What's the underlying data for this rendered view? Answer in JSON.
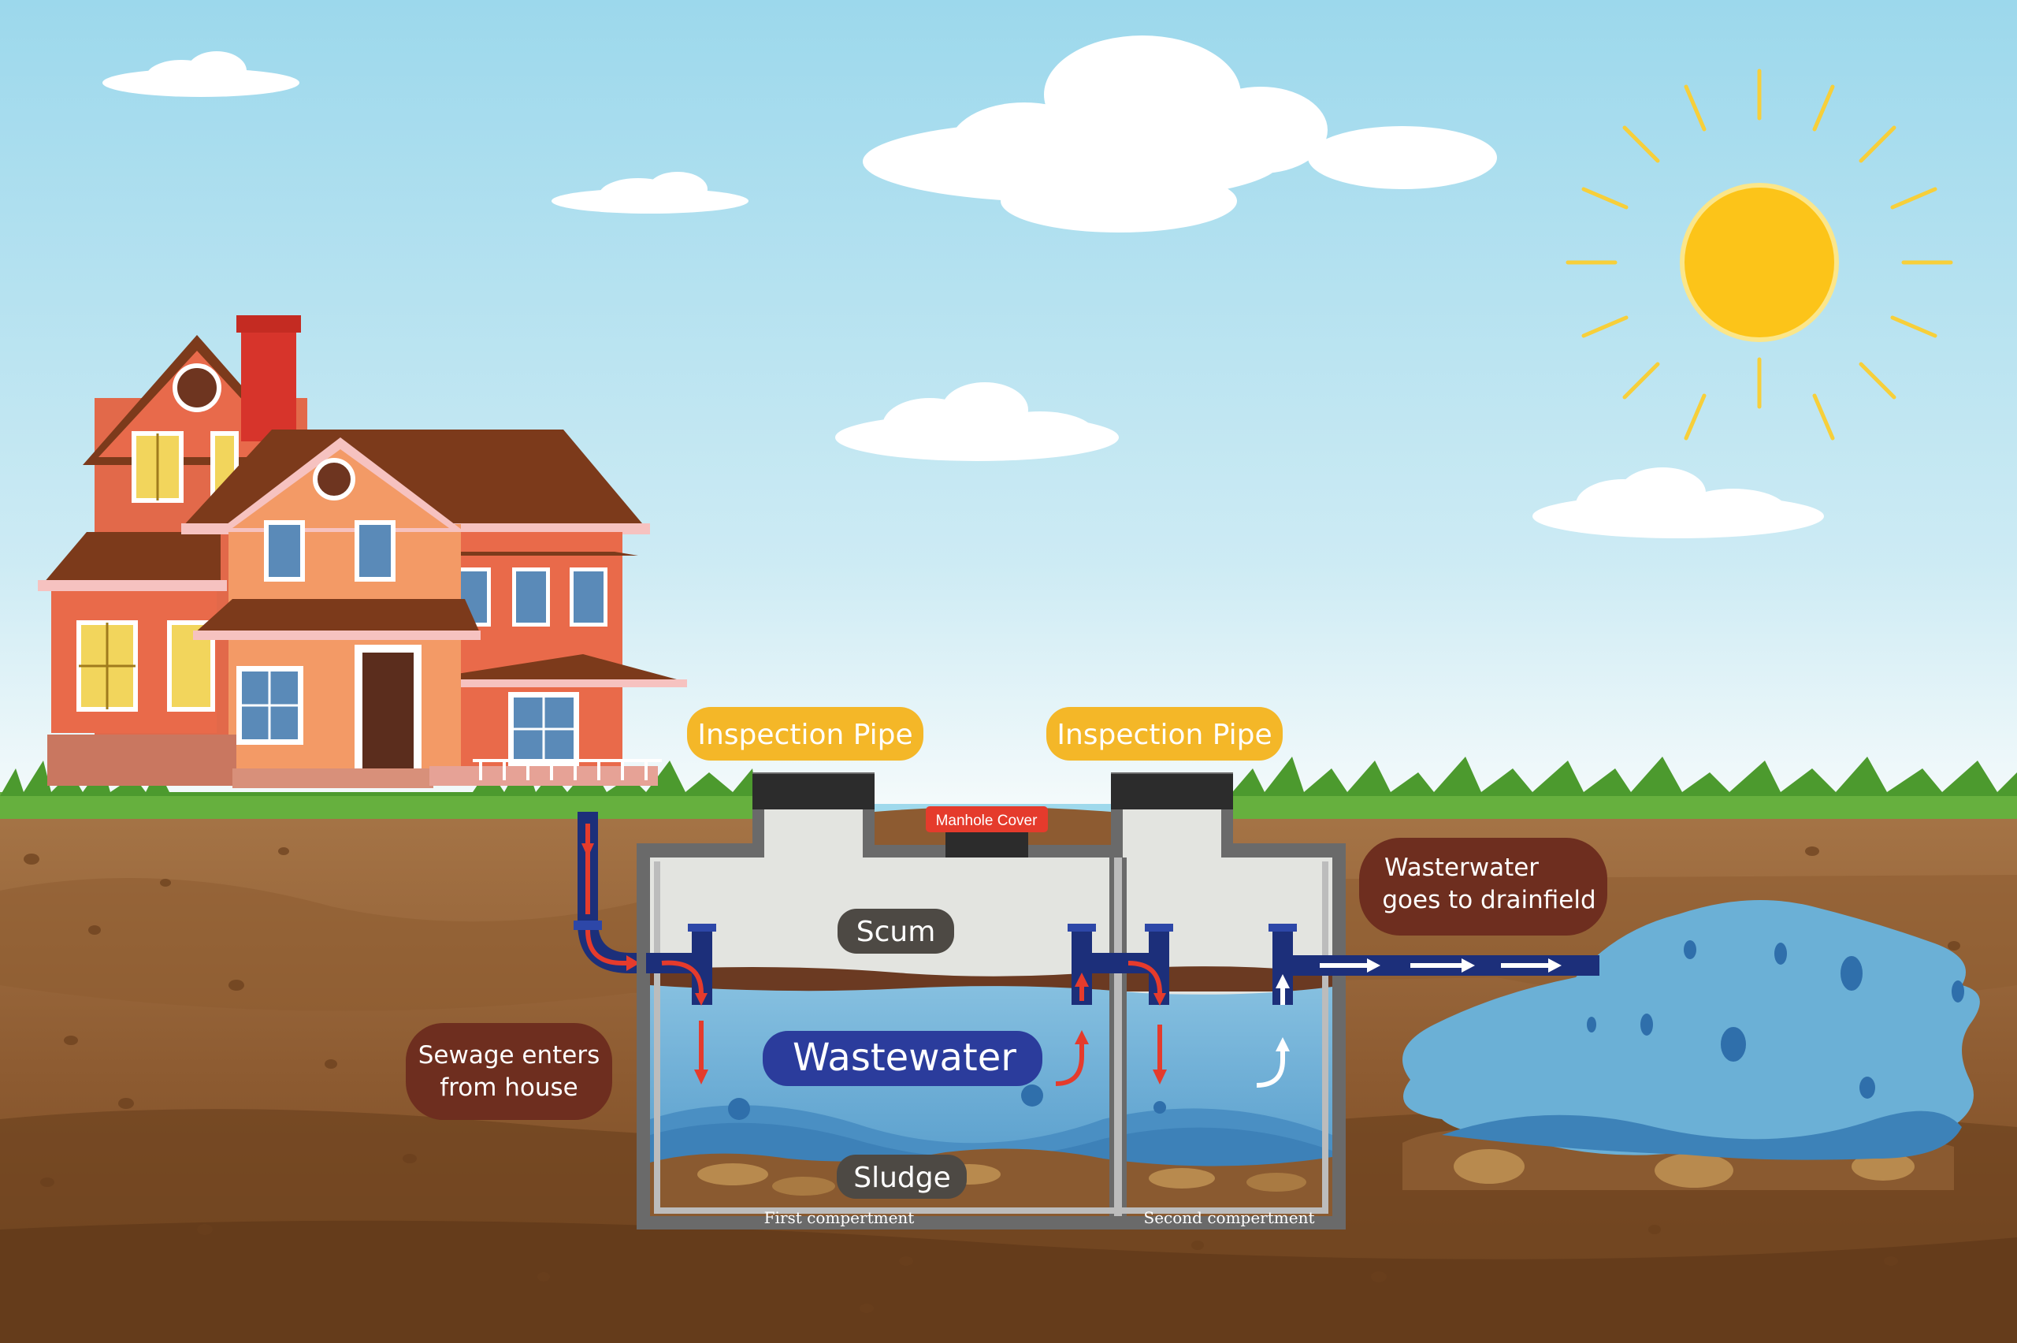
{
  "labels": {
    "inspection_pipe_left": "Inspection Pipe",
    "inspection_pipe_right": "Inspection Pipe",
    "manhole_cover": "Manhole Cover",
    "scum": "Scum",
    "wastewater": "Wastewater",
    "sludge": "Sludge",
    "first_compartment": "First compertment",
    "second_compartment": "Second compertment",
    "sewage_line1": "Sewage enters",
    "sewage_line2": "from house",
    "drainfield_line1": "Wasterwater",
    "drainfield_line2": "goes to drainfield"
  },
  "colors": {
    "sky_top": "#9fd9ec",
    "sky_bottom": "#f2f9fb",
    "soil_light": "#9a6a3c",
    "soil_dark": "#7a4d28",
    "grass": "#5ca83a",
    "water": "#6bb0d6",
    "water_dark": "#2f6fab",
    "pipe": "#1c2f7a",
    "flow_red": "#e53b2c",
    "label_gold": "#f4b728",
    "label_brown": "#6e2e1f",
    "label_gray": "#4d4944",
    "wastewater_pill": "#2b3c9c",
    "sun": "#fcc419"
  },
  "icons": [
    "sun-icon",
    "cloud-icon",
    "house-icon",
    "arrow-icon"
  ]
}
